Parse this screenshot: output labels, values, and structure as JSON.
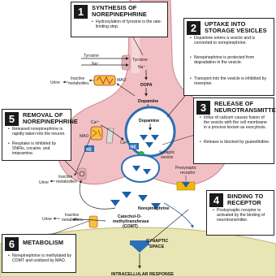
{
  "callouts": {
    "c1": {
      "number": "1",
      "title": "SYNTHESIS OF NOREPINEPHRINE",
      "bullets": [
        "Hydroxylation of tyrosine is the rate-limiting step."
      ]
    },
    "c2": {
      "number": "2",
      "title": "UPTAKE INTO STORAGE VESICLES",
      "bullets": [
        "Dopamine enters a vesicle and is converted to norepinephrine.",
        "Norepinephrine is protected from degradation in the vesicle.",
        "Transport into the vesicle is inhibited by reserpine."
      ]
    },
    "c3": {
      "number": "3",
      "title": "RELEASE OF NEUROTRANSMITTER",
      "bullets": [
        "Influx of calcium causes fusion of the vesicle with the cell membrane in a process known as exocytosis.",
        "Release is blocked by guanethidine."
      ]
    },
    "c4": {
      "number": "4",
      "title": "BINDING TO RECEPTOR",
      "bullets": [
        "Postsynaptic receptor is activated by the binding of neurotransmitter."
      ]
    },
    "c5": {
      "number": "5",
      "title": "REMOVAL OF NOREPINEPHRINE",
      "bullets": [
        "Released norepinephrine is rapidly taken into the neuron.",
        "Reuptake is inhibited by SNRIs, cocaine, and imipramine."
      ]
    },
    "c6": {
      "number": "6",
      "title": "METABOLISM",
      "bullets": [
        "Norepinephrine is methylated by COMT and oxidized by MAO."
      ]
    }
  },
  "labels": {
    "tyrosine_out": "Tyrosine",
    "na_out": "Na⁺",
    "tyrosine_in": "Tyrosine",
    "na_in": "Na⁺",
    "dopa": "DOPA",
    "dopamine_top": "Dopamine",
    "dopamine_vesicle": "Dopamine",
    "urine_top": "Urine",
    "inactive_top_1": "Inactive",
    "inactive_top_2": "metabolites",
    "mao_top": "MAO",
    "mao_mid": "MAO",
    "ca_out": "Ca²⁺",
    "ca_in": "Ca²⁺",
    "ne_vesicle": "NE",
    "ne_left": "NE",
    "synaptic_1": "Synaptic",
    "synaptic_2": "vesicle",
    "urine_mid": "Urine",
    "inactive_mid_1": "Inactive",
    "inactive_mid_2": "metabolites",
    "presynaptic_1": "Presynaptic",
    "presynaptic_2": "receptor",
    "norepinephrine": "Norepinephrine",
    "comt_1": "Catechol-O-",
    "comt_2": "methyltransferase",
    "comt_3": "(COMT)",
    "urine_low": "Urine",
    "inactive_low_1": "Inactive",
    "inactive_low_2": "metabolites",
    "synaptic_space_1": "SYNAPTIC",
    "synaptic_space_2": "SPACE",
    "intracellular": "INTRACELLULAR RESPONSE"
  }
}
